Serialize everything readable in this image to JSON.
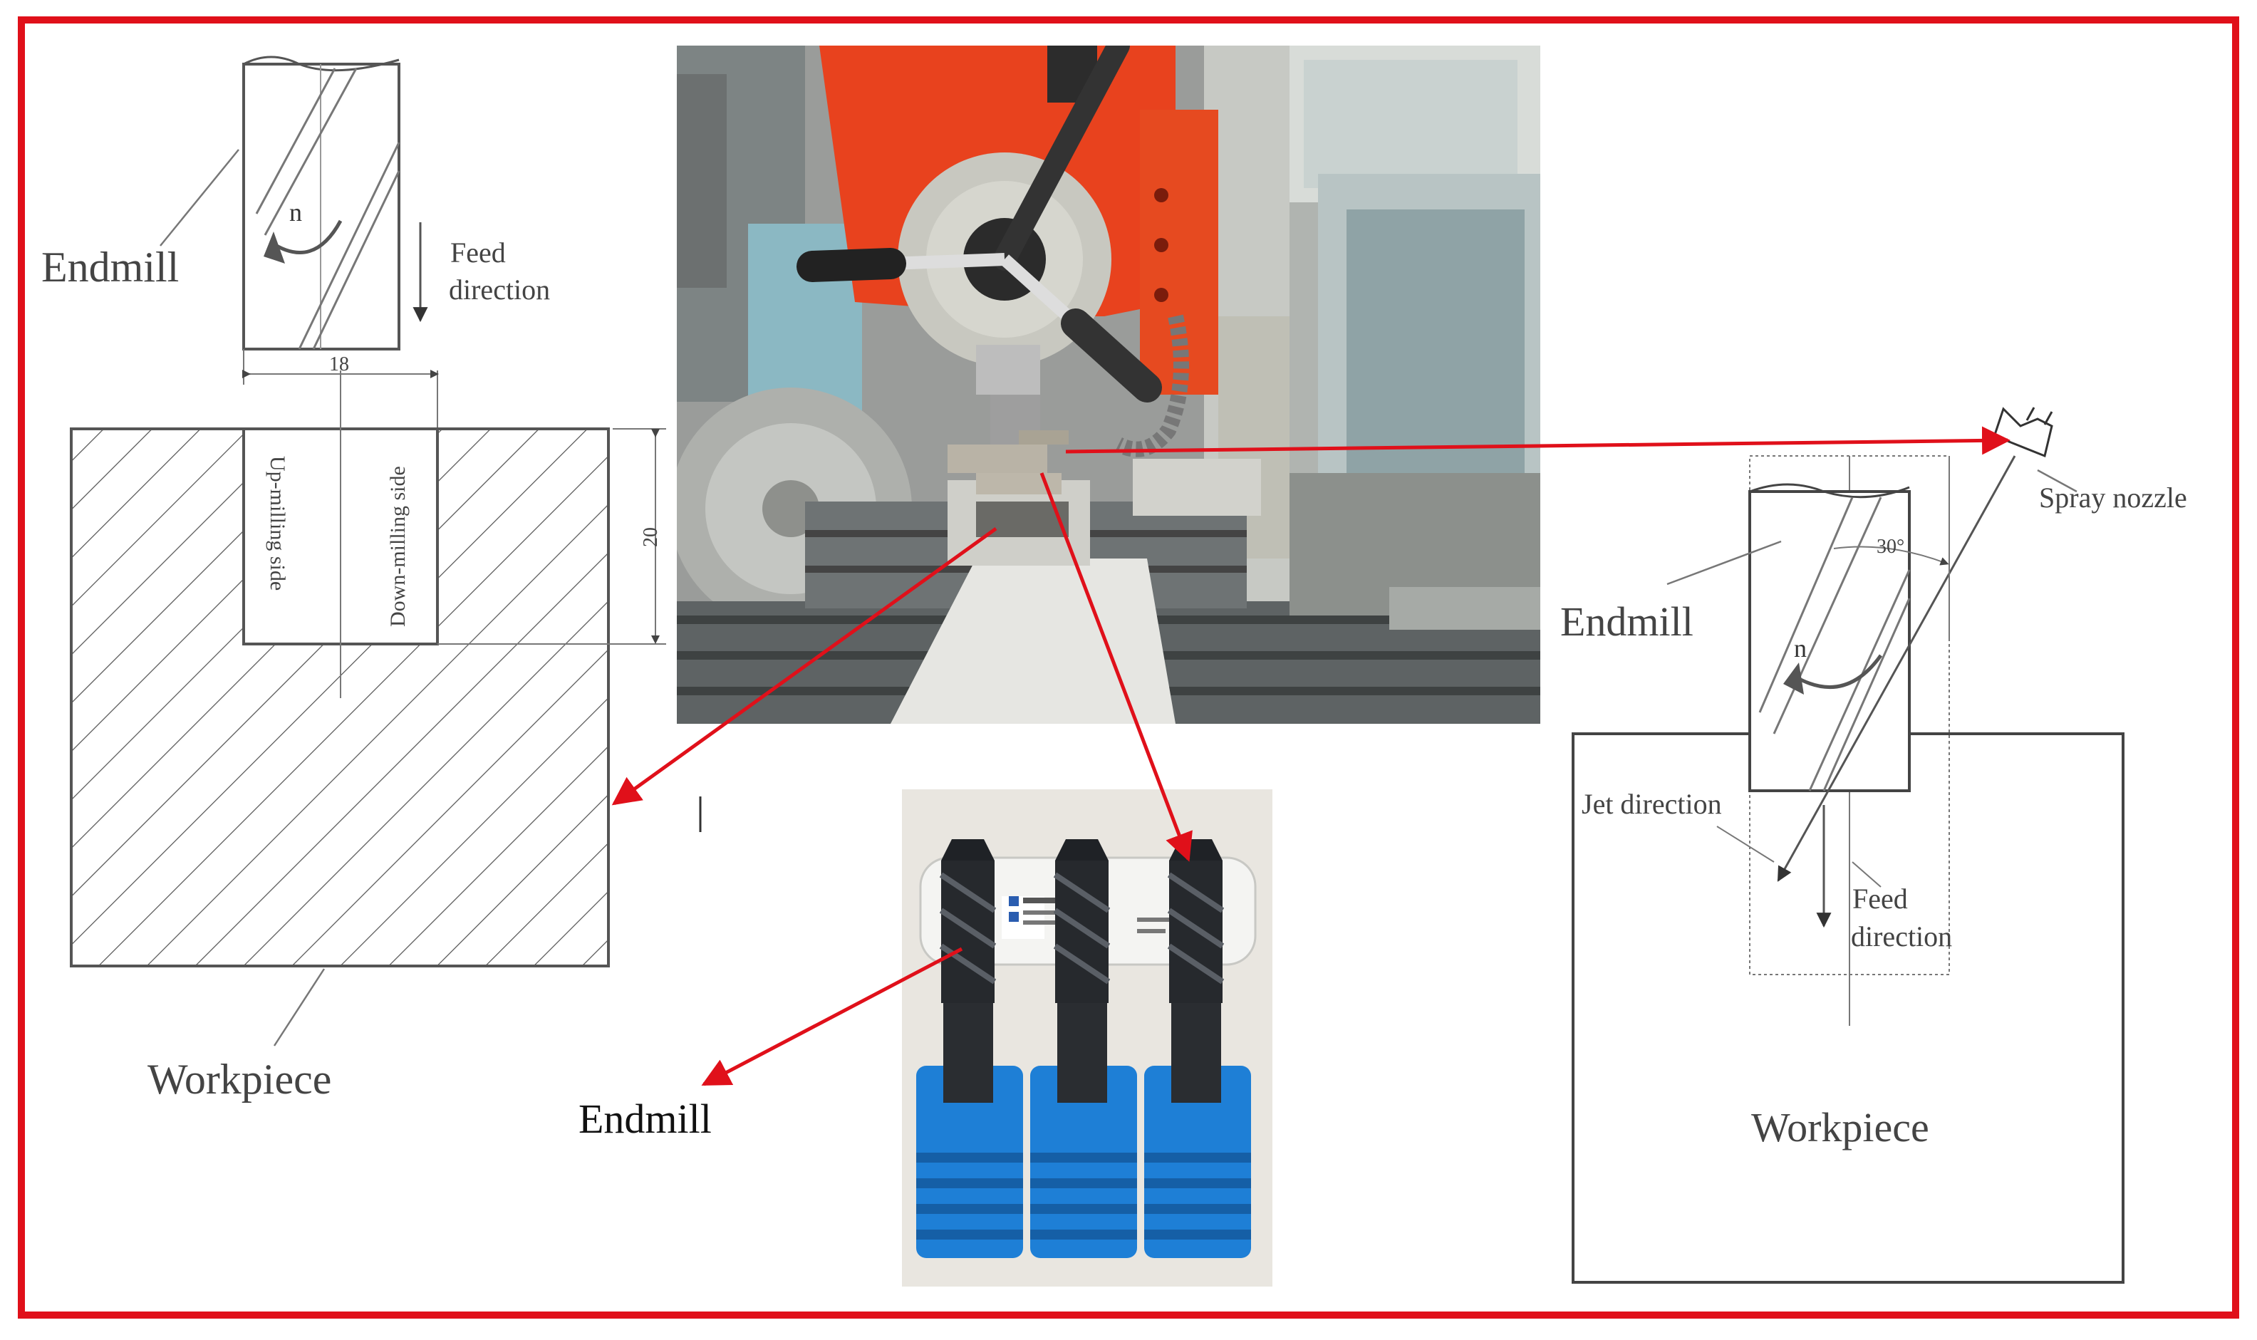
{
  "colors": {
    "frame": "#e0101a",
    "arrow": "#e0101a",
    "line": "#333333",
    "machine_red": "#e8421e",
    "holder_blue": "#1e7fd6",
    "tool_black": "#26292d"
  },
  "left_drawing": {
    "endmill_label": "Endmill",
    "rotation_label": "n",
    "feed_label_line1": "Feed",
    "feed_label_line2": "direction",
    "width_dim": "18",
    "depth_dim": "20",
    "up_milling_label": "Up-milling side",
    "down_milling_label": "Down-milling side",
    "workpiece_label": "Workpiece"
  },
  "right_drawing": {
    "spray_label": "Spray nozzle",
    "angle_label": "30°",
    "endmill_label": "Endmill",
    "rotation_label": "n",
    "jet_label": "Jet direction",
    "feed_label_line1": "Feed",
    "feed_label_line2": "direction",
    "workpiece_label": "Workpiece"
  },
  "center": {
    "endmill_label": "Endmill"
  },
  "icons": [
    "rotation-arrow-icon",
    "spray-nozzle-icon"
  ]
}
